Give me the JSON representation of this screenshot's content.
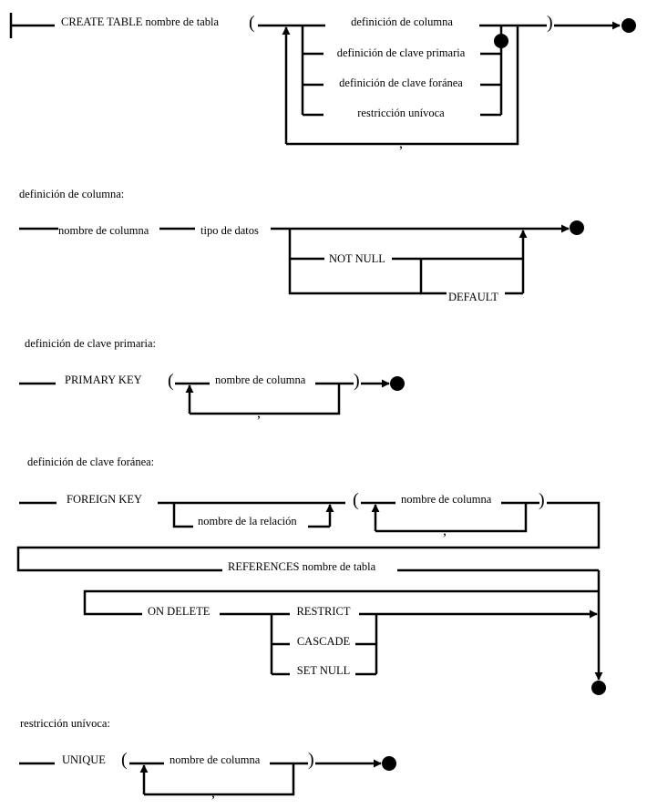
{
  "create": {
    "keyword": "CREATE TABLE nombre de tabla",
    "items": [
      "definición de columna",
      "definición de clave primaria",
      "definición de clave foránea",
      "restricción unívoca"
    ],
    "open_paren": "(",
    "close_paren": ")",
    "comma": ","
  },
  "column_def": {
    "heading": "definición de columna:",
    "name": "nombre de columna",
    "type": "tipo de datos",
    "not_null": "NOT NULL",
    "default": "DEFAULT"
  },
  "pk_def": {
    "heading": "definición de clave primaria:",
    "keyword": "PRIMARY KEY",
    "item": "nombre de columna",
    "open_paren": "(",
    "close_paren": ")",
    "comma": ","
  },
  "fk_def": {
    "heading": "definición de clave foránea:",
    "keyword": "FOREIGN KEY",
    "relation": "nombre de la relación",
    "item": "nombre de columna",
    "open_paren": "(",
    "close_paren": ")",
    "comma": ",",
    "references": "REFERENCES nombre de tabla",
    "on_delete": "ON DELETE",
    "actions": [
      "RESTRICT",
      "CASCADE",
      "SET NULL"
    ]
  },
  "unique_def": {
    "heading": "restricción unívoca:",
    "keyword": "UNIQUE",
    "item": "nombre de columna",
    "open_paren": "(",
    "close_paren": ")",
    "comma": ","
  }
}
